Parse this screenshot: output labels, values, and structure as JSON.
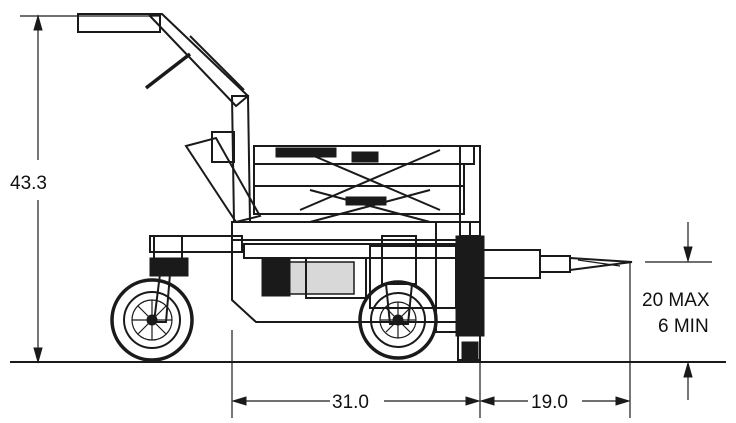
{
  "drawing": {
    "dimensions": {
      "height": "43.3",
      "wheelbase": "31.0",
      "tongue_length": "19.0",
      "hitch_max": "20 MAX",
      "hitch_min": "6 MIN"
    }
  }
}
